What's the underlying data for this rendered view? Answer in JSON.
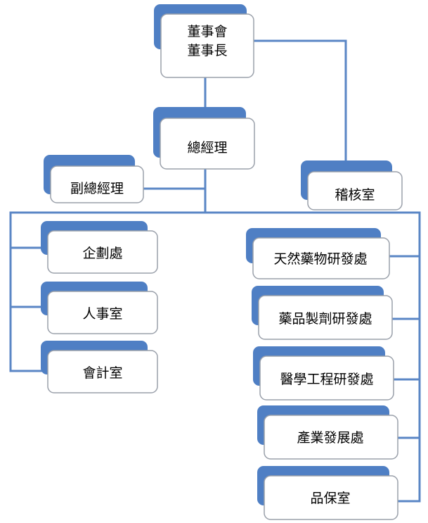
{
  "chairman": {
    "line1": "董事會",
    "line2": "董事長"
  },
  "general_manager": "總經理",
  "deputy_general_manager": "副總經理",
  "audit_office": "稽核室",
  "left_departments": [
    "企劃處",
    "人事室",
    "會計室"
  ],
  "right_departments": [
    "天然藥物研發處",
    "藥品製劑研發處",
    "醫學工程研發處",
    "產業發展處",
    "品保室"
  ],
  "colors": {
    "box_shadow": "#4f7fc4",
    "connector": "#5a86c5",
    "box_border": "#9aa0aa"
  }
}
